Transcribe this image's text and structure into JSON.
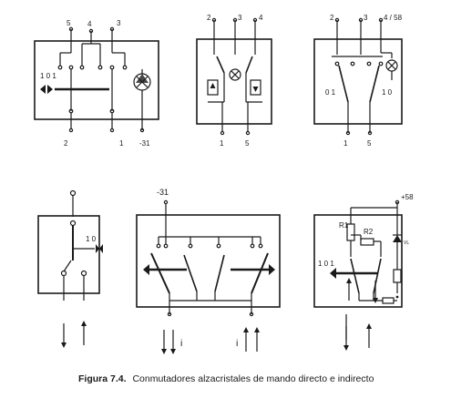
{
  "caption": {
    "label": "Figura 7.4.",
    "text": "Conmutadores alzacristales de mando directo e indirecto"
  },
  "d1": {
    "t5": "5",
    "t4": "4",
    "t3": "3",
    "t101": "1 0 1",
    "t2": "2",
    "t1": "1",
    "t31": "-31"
  },
  "d2": {
    "t2": "2",
    "t3": "3",
    "t4": "4",
    "t1": "1",
    "t5": "5"
  },
  "d3": {
    "t2": "2",
    "t3": "3",
    "t458": "4 / 58",
    "t01": "0 1",
    "t10": "1 0",
    "t1": "1",
    "t5": "5"
  },
  "d4": {
    "t10": "1 0"
  },
  "d5": {
    "t31": "-31",
    "ti1": "i",
    "ti2": "i"
  },
  "d6": {
    "t58": "+58",
    "tr1": "R1",
    "tr2": "R2",
    "t101": "1 0 1",
    "tvl": "VL"
  },
  "colors": {
    "ink": "#1a1a1a",
    "background": "#ffffff"
  }
}
